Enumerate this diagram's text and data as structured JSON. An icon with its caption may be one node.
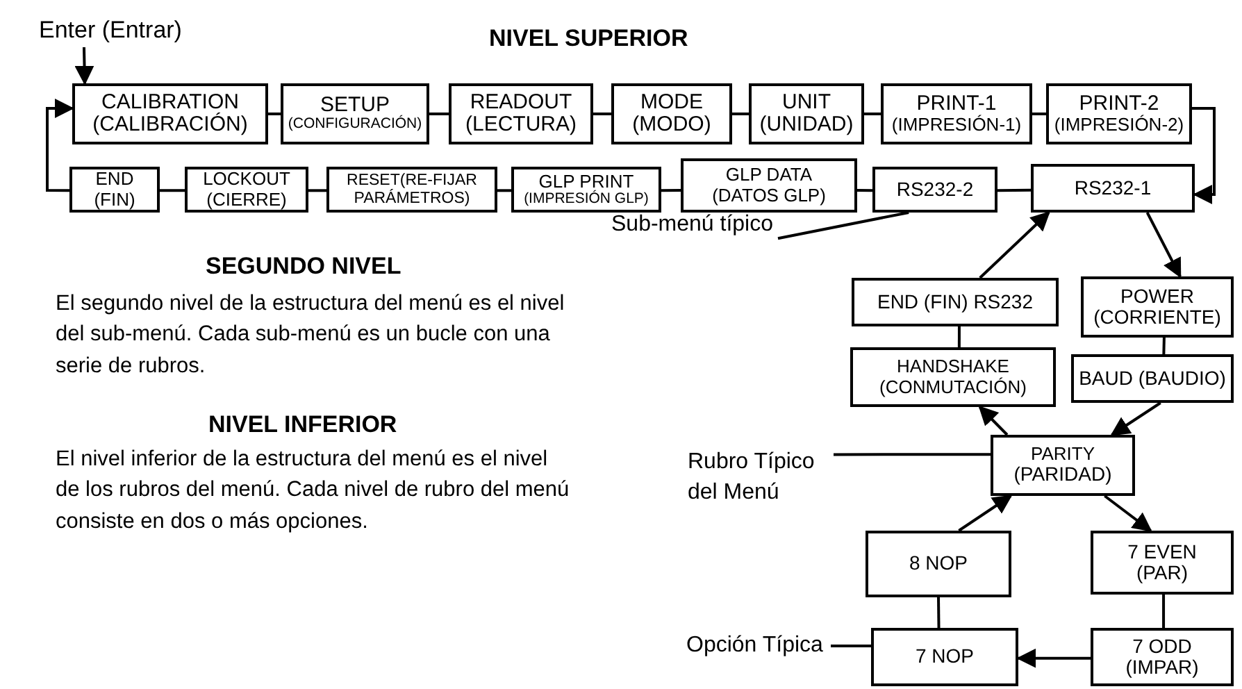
{
  "diagram": {
    "nodes": [
      {
        "text": [
          "Enter (Entrar)"
        ]
      },
      {
        "text": [
          "CALIBRATION",
          "(CALIBRACIÓN)"
        ]
      },
      {
        "text": [
          "SETUP",
          "(CONFIGURACIÓN)"
        ]
      },
      {
        "text": [
          "READOUT",
          "(LECTURA)"
        ]
      },
      {
        "text": [
          "MODE",
          "(MODO)"
        ]
      },
      {
        "text": [
          "UNIT",
          "(UNIDAD)"
        ]
      },
      {
        "text": [
          "PRINT-1",
          "(IMPRESIÓN-1)"
        ]
      },
      {
        "text": [
          "PRINT-2",
          "(IMPRESIÓN-2)"
        ]
      },
      {
        "text": [
          "END",
          "(FIN)"
        ]
      },
      {
        "text": [
          "LOCKOUT",
          "(CIERRE)"
        ]
      },
      {
        "text": [
          "RESET(RE-FIJAR PARÁMETROS)"
        ]
      },
      {
        "text": [
          "GLP PRINT",
          "(IMPRESIÓN GLP)"
        ]
      },
      {
        "text": [
          "GLP DATA",
          "(DATOS GLP)"
        ]
      },
      {
        "text": [
          "RS232-2"
        ]
      },
      {
        "text": [
          "RS232-1"
        ]
      },
      {
        "text": [
          "Sub-menú típico"
        ]
      },
      {
        "text": [
          "END (FIN) RS232"
        ]
      },
      {
        "text": [
          "POWER",
          "(CORRIENTE)"
        ]
      },
      {
        "text": [
          "HANDSHAKE",
          "(CONMUTACIÓN)"
        ]
      },
      {
        "text": [
          "BAUD (BAUDIO)"
        ]
      },
      {
        "text": [
          "PARITY",
          "(PARIDAD)"
        ]
      },
      {
        "text": [
          "Rubro Típico del Menú"
        ]
      },
      {
        "text": [
          "8 NOP"
        ]
      },
      {
        "text": [
          "7 EVEN",
          "(PAR)"
        ]
      },
      {
        "text": [
          "7 NOP"
        ]
      },
      {
        "text": [
          "7 ODD",
          "(IMPAR)"
        ]
      },
      {
        "text": [
          "Opción Típica"
        ]
      }
    ],
    "edges": [
      {
        "from": 0,
        "to": 1,
        "arrow": "to"
      },
      {
        "from": 1,
        "to": 2,
        "arrow": "none"
      },
      {
        "from": 2,
        "to": 3,
        "arrow": "none"
      },
      {
        "from": 3,
        "to": 4,
        "arrow": "none"
      },
      {
        "from": 4,
        "to": 5,
        "arrow": "none"
      },
      {
        "from": 5,
        "to": 6,
        "arrow": "none"
      },
      {
        "from": 6,
        "to": 7,
        "arrow": "none"
      },
      {
        "from": 7,
        "to": 14,
        "arrow": "to"
      },
      {
        "from": 14,
        "to": 13,
        "arrow": "none"
      },
      {
        "from": 13,
        "to": 12,
        "arrow": "none"
      },
      {
        "from": 12,
        "to": 11,
        "arrow": "none"
      },
      {
        "from": 11,
        "to": 10,
        "arrow": "none"
      },
      {
        "from": 10,
        "to": 9,
        "arrow": "none"
      },
      {
        "from": 9,
        "to": 8,
        "arrow": "none"
      },
      {
        "from": 8,
        "to": 1,
        "arrow": "to"
      },
      {
        "from": 15,
        "to": 13,
        "arrow": "none"
      },
      {
        "from": 14,
        "to": 17,
        "arrow": "to"
      },
      {
        "from": 17,
        "to": 19,
        "arrow": "none"
      },
      {
        "from": 19,
        "to": 20,
        "arrow": "to"
      },
      {
        "from": 20,
        "to": 18,
        "arrow": "to"
      },
      {
        "from": 18,
        "to": 16,
        "arrow": "none"
      },
      {
        "from": 16,
        "to": 14,
        "arrow": "to"
      },
      {
        "from": 21,
        "to": 20,
        "arrow": "none"
      },
      {
        "from": 20,
        "to": 23,
        "arrow": "to"
      },
      {
        "from": 23,
        "to": 25,
        "arrow": "none"
      },
      {
        "from": 25,
        "to": 24,
        "arrow": "to"
      },
      {
        "from": 24,
        "to": 22,
        "arrow": "none"
      },
      {
        "from": 22,
        "to": 20,
        "arrow": "to"
      },
      {
        "from": 26,
        "to": 24,
        "arrow": "none"
      }
    ],
    "labels": [
      "NIVEL SUPERIOR",
      "SEGUNDO NIVEL",
      "El segundo nivel de la estructura del menú es el nivel del sub-menú.  Cada sub-menú es un bucle con una serie de rubros.",
      "NIVEL INFERIOR",
      "El nivel inferior de la estructura del menú es el nivel de los rubros del menú.  Cada nivel de rubro del menú consiste en dos o más opciones."
    ]
  }
}
